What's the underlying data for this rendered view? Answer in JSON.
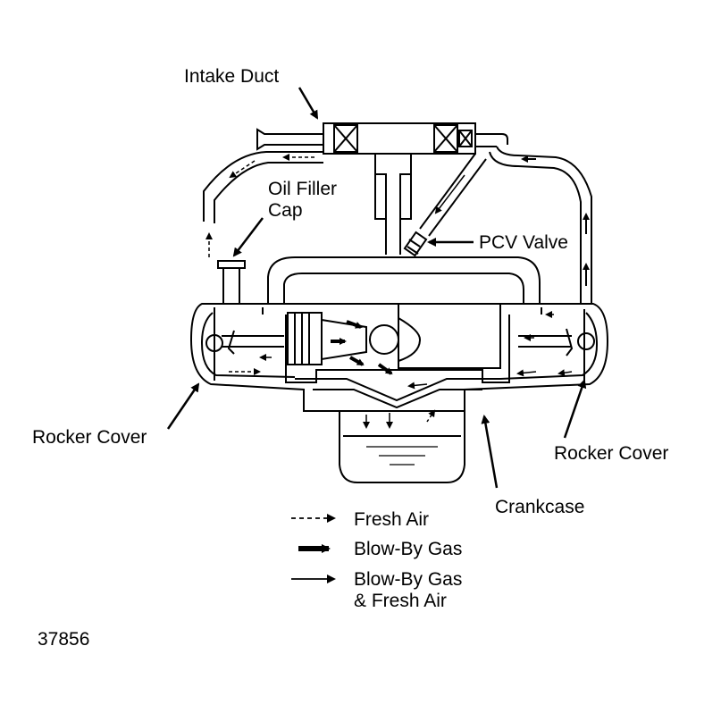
{
  "labels": {
    "intake_duct": "Intake Duct",
    "oil_filler_cap_line1": "Oil Filler",
    "oil_filler_cap_line2": "Cap",
    "pcv_valve": "PCV Valve",
    "rocker_cover_left": "Rocker Cover",
    "rocker_cover_right": "Rocker Cover",
    "crankcase": "Crankcase"
  },
  "legend": {
    "fresh_air": "Fresh Air",
    "blow_by_gas": "Blow-By Gas",
    "blow_by_and_fresh_line1": "Blow-By Gas",
    "blow_by_and_fresh_line2": "& Fresh Air"
  },
  "figure_number": "37856"
}
